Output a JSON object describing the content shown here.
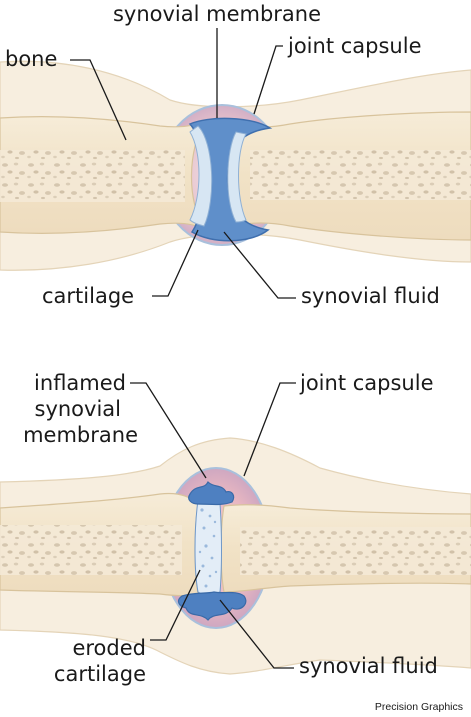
{
  "top_diagram": {
    "labels": {
      "synovial_membrane": "synovial membrane",
      "bone": "bone",
      "joint_capsule": "joint capsule",
      "cartilage": "cartilage",
      "synovial_fluid": "synovial fluid"
    }
  },
  "bottom_diagram": {
    "labels": {
      "inflamed_line1": "inflamed",
      "inflamed_line2": "synovial",
      "inflamed_line3": "membrane",
      "joint_capsule": "joint capsule",
      "eroded_line1": "eroded",
      "eroded_line2": "cartilage",
      "synovial_fluid": "synovial fluid"
    }
  },
  "credit": "Precision Graphics",
  "colors": {
    "bone": "#f3e6cc",
    "bone_outline": "#d9c6a0",
    "marrow_spots": "#d6c8b2",
    "capsule": "#e9c3c7",
    "capsule_outline": "#b9cbe0",
    "synovial_fluid": "#5b8cc7",
    "cartilage": "#d3e3f1",
    "synovial_membrane": "#3f6fae",
    "text": "#1a1a1a"
  }
}
